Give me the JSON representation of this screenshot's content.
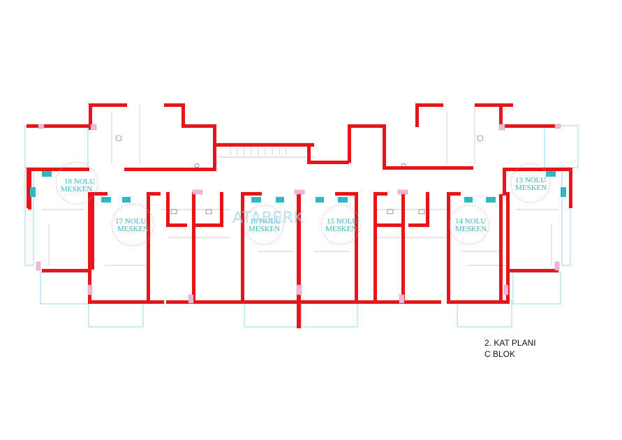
{
  "plan": {
    "title_line1": "2. KAT PLANI",
    "title_line2": "C BLOK",
    "watermark": "ATABERK",
    "wall_color": "#e8141c",
    "unit_label_color": "#3ab3c4",
    "units": [
      {
        "line1": "18 NOLU",
        "line2": "MESKEN"
      },
      {
        "line1": "17 NOLU",
        "line2": "MESKEN"
      },
      {
        "line1": "16 NOLU",
        "line2": "MESKEN"
      },
      {
        "line1": "15 NOLU",
        "line2": "MESKEN"
      },
      {
        "line1": "14 NOLU",
        "line2": "MESKEN"
      },
      {
        "line1": "13 NOLU",
        "line2": "MESKEN"
      }
    ]
  }
}
